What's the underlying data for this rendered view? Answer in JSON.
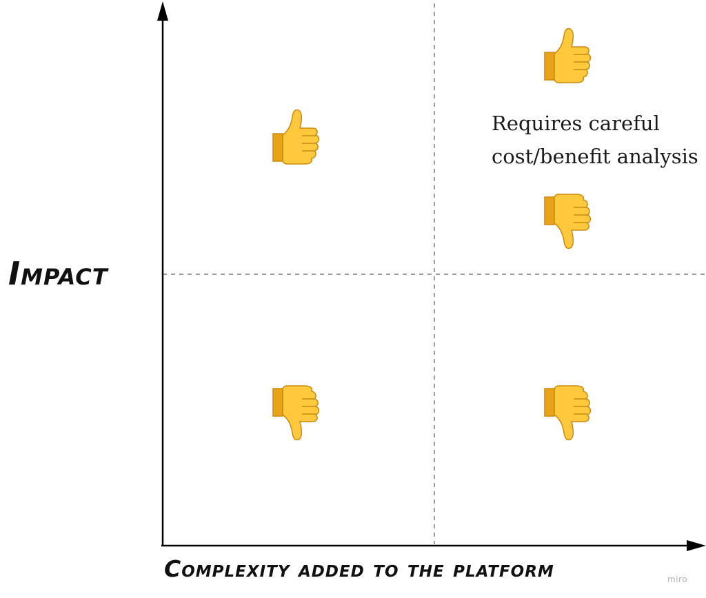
{
  "diagram": {
    "y_axis_label": "Impact",
    "x_axis_label": "Complexity added to the platform",
    "quadrants": {
      "top_left": {
        "icons": [
          "thumbs-up-icon"
        ]
      },
      "top_right": {
        "icons": [
          "thumbs-up-icon",
          "thumbs-down-icon"
        ],
        "note_line_1": "Requires careful",
        "note_line_2": "cost/benefit analysis"
      },
      "bottom_left": {
        "icons": [
          "thumbs-down-icon"
        ]
      },
      "bottom_right": {
        "icons": [
          "thumbs-down-icon"
        ]
      }
    },
    "colors": {
      "axis": "#000000",
      "divider": "#808080",
      "thumb_fill": "#FFC83D",
      "thumb_shade": "#E8A317",
      "thumb_outline": "#C98A10"
    }
  },
  "watermark": "miro"
}
